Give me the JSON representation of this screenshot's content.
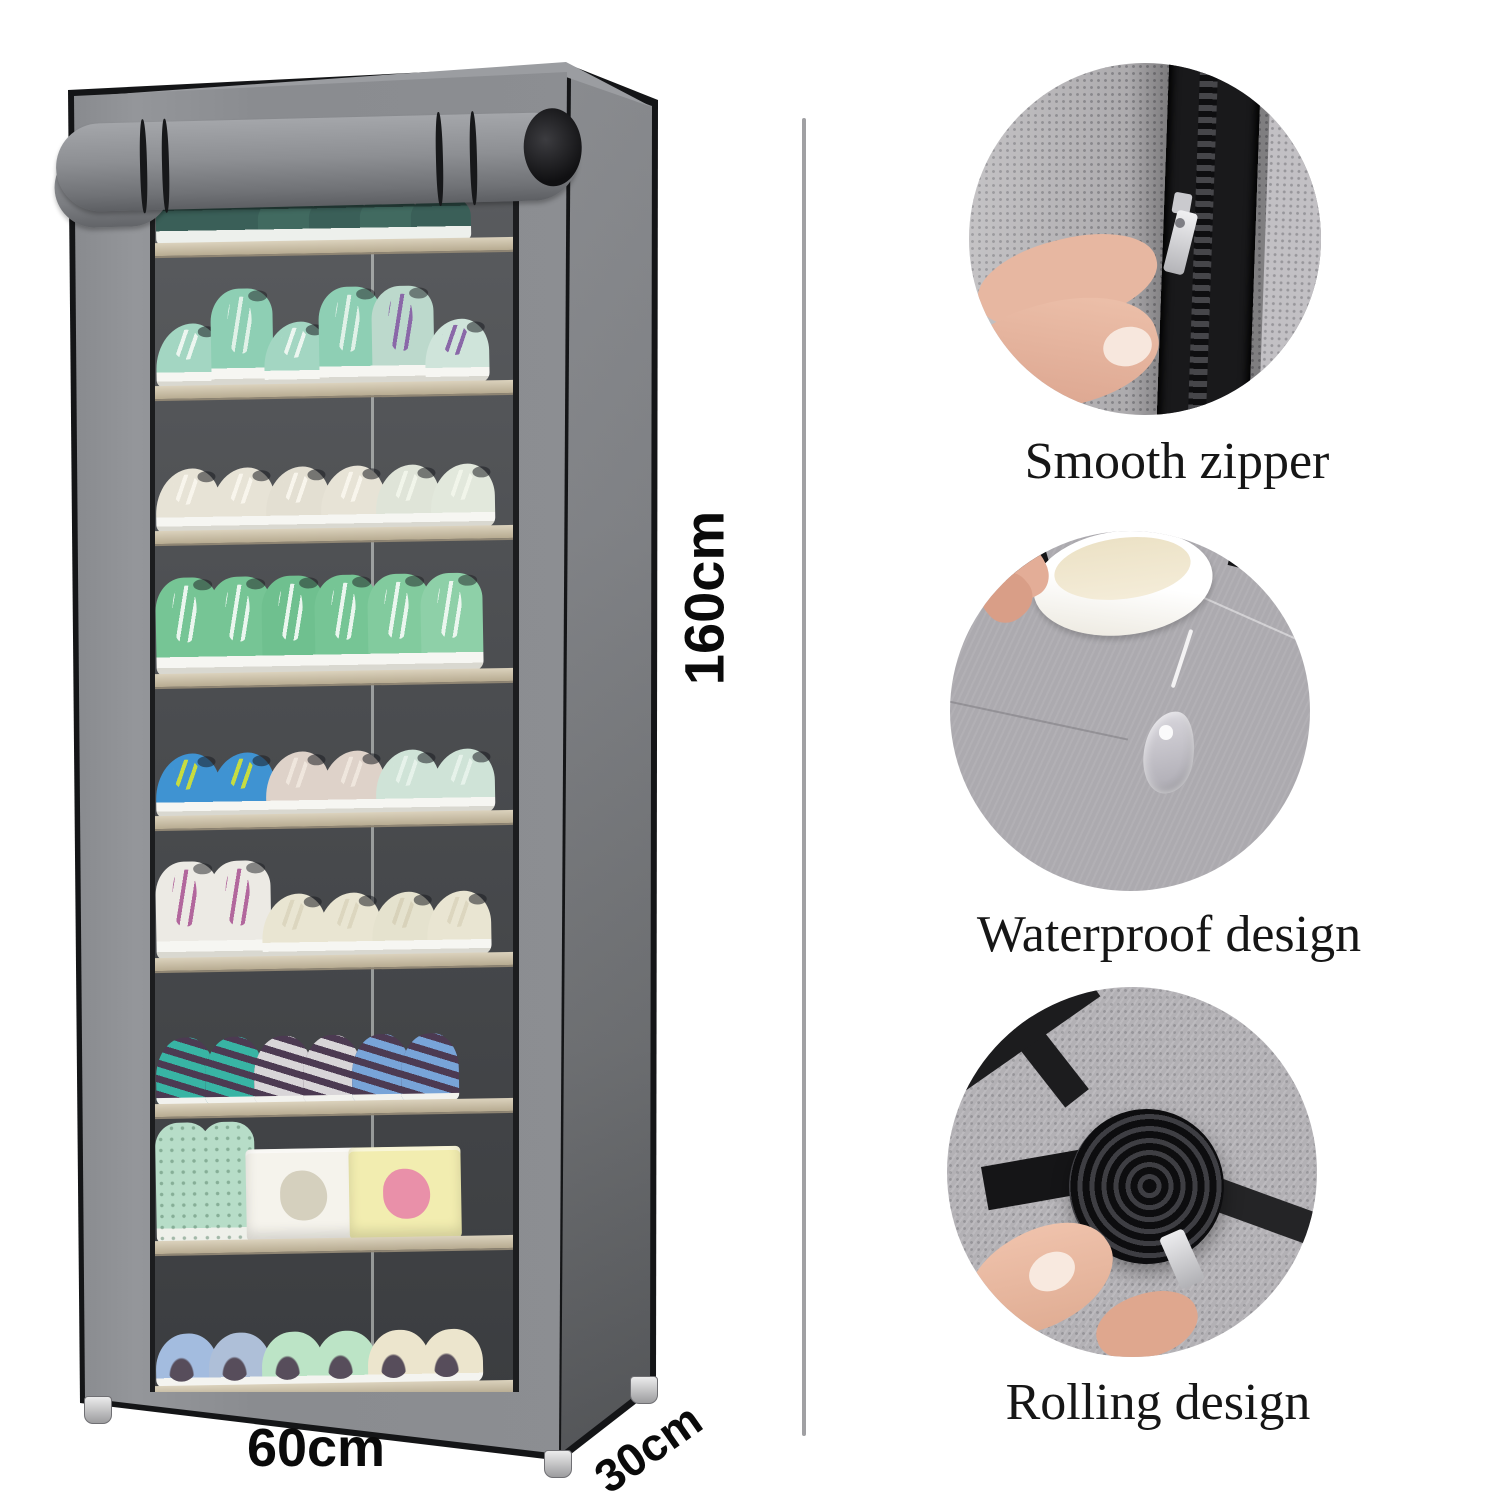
{
  "page": {
    "background": "#ffffff"
  },
  "product": {
    "dimensions": {
      "height_label": "160cm",
      "width_label": "60cm",
      "depth_label": "30cm"
    },
    "rack": {
      "cover_color": "#8e9094",
      "interior_color": "#4a4c4f",
      "shelf_color": "#c9bfa8",
      "trim_color": "#141517",
      "tiers": 9,
      "shelves": [
        {
          "items": [
            {
              "t": "peek",
              "c": "#3a5f58"
            },
            {
              "t": "peek",
              "c": "#3a5f58"
            },
            {
              "t": "peek",
              "c": "#416a60"
            },
            {
              "t": "peek",
              "c": "#3a5f58"
            },
            {
              "t": "peek",
              "c": "#416a60"
            },
            {
              "t": "peek",
              "c": "#3a5f58"
            }
          ]
        },
        {
          "items": [
            {
              "t": "sneaker",
              "c": "#a3d6c2",
              "l": "#ecf6f0"
            },
            {
              "t": "hightop",
              "c": "#8ecfb4",
              "l": "#e0f1e8"
            },
            {
              "t": "sneaker",
              "c": "#a3d6c2",
              "l": "#ecf6f0"
            },
            {
              "t": "hightop",
              "c": "#8ecfb4",
              "l": "#e0f1e8"
            },
            {
              "t": "hightop",
              "c": "#bcd9cc",
              "l": "#8a68a8"
            },
            {
              "t": "sneaker",
              "c": "#cfe4da",
              "l": "#8a68a8"
            }
          ]
        },
        {
          "items": [
            {
              "t": "sneaker",
              "c": "#e7e3d6",
              "l": "#f8f5ec"
            },
            {
              "t": "sneaker",
              "c": "#e7e3d6",
              "l": "#f8f5ec"
            },
            {
              "t": "sneaker",
              "c": "#e3dfd2",
              "l": "#f8f5ec"
            },
            {
              "t": "sneaker",
              "c": "#e7e3d6",
              "l": "#f8f5ec"
            },
            {
              "t": "sneaker",
              "c": "#dfe4d8",
              "l": "#f1f5ea"
            },
            {
              "t": "sneaker",
              "c": "#e2e8dc",
              "l": "#f1f5ea"
            }
          ]
        },
        {
          "items": [
            {
              "t": "hightop",
              "c": "#76c595",
              "l": "#ebf6ef"
            },
            {
              "t": "hightop",
              "c": "#76c595",
              "l": "#ebf6ef"
            },
            {
              "t": "hightop",
              "c": "#6fc08f",
              "l": "#ebf6ef"
            },
            {
              "t": "hightop",
              "c": "#76c595",
              "l": "#ebf6ef"
            },
            {
              "t": "hightop",
              "c": "#82cb9e",
              "l": "#ebf6ef"
            },
            {
              "t": "hightop",
              "c": "#8ed0a8",
              "l": "#ebf6ef"
            }
          ]
        },
        {
          "items": [
            {
              "t": "sneaker",
              "c": "#3f93d2",
              "l": "#c6dc41"
            },
            {
              "t": "sneaker",
              "c": "#3f93d2",
              "l": "#c6dc41"
            },
            {
              "t": "sneaker",
              "c": "#ded2c9",
              "l": "#efe6dd"
            },
            {
              "t": "sneaker",
              "c": "#ded2c9",
              "l": "#efe6dd"
            },
            {
              "t": "sneaker",
              "c": "#cfe3d7",
              "l": "#e6f2ea"
            },
            {
              "t": "sneaker",
              "c": "#cfe3d7",
              "l": "#e6f2ea"
            }
          ]
        },
        {
          "items": [
            {
              "t": "hightop",
              "c": "#eceae4",
              "l": "#b2679d"
            },
            {
              "t": "hightop",
              "c": "#eceae4",
              "l": "#b2679d"
            },
            {
              "t": "sneaker",
              "c": "#e9e5d2",
              "l": "#dcd6bf"
            },
            {
              "t": "sneaker",
              "c": "#e9e5d2",
              "l": "#dcd6bf"
            },
            {
              "t": "sneaker",
              "c": "#e5e2ce",
              "l": "#d8d2ba"
            },
            {
              "t": "sneaker",
              "c": "#e9e5d2",
              "l": "#dcd6bf"
            }
          ]
        },
        {
          "items": [
            {
              "t": "sandal",
              "c": "#38b4a4"
            },
            {
              "t": "sandal",
              "c": "#38b4a4"
            },
            {
              "t": "sandal",
              "c": "#d8d5d8"
            },
            {
              "t": "sandal",
              "c": "#d8d5d8"
            },
            {
              "t": "sandal",
              "c": "#78a4d8"
            },
            {
              "t": "sandal",
              "c": "#78a4d8"
            }
          ]
        },
        {
          "items": [
            {
              "t": "boot",
              "c": "#b7ddc8"
            },
            {
              "t": "boot",
              "c": "#b7ddc8"
            },
            {
              "t": "box",
              "c": "#f5f3ec",
              "d": "#cfc9b6"
            },
            {
              "t": "box",
              "c": "#f2edb0",
              "d": "#e87fa8"
            }
          ]
        },
        {
          "items": [
            {
              "t": "slipper",
              "c": "#a3bcdf"
            },
            {
              "t": "slipper",
              "c": "#aebfd8"
            },
            {
              "t": "slipper",
              "c": "#bce4c6"
            },
            {
              "t": "slipper",
              "c": "#bce4c6"
            },
            {
              "t": "slipper",
              "c": "#ece5cd"
            },
            {
              "t": "slipper",
              "c": "#ece5cd"
            }
          ]
        }
      ]
    }
  },
  "divider_color": "#a0a0a3",
  "features": [
    {
      "label": "Smooth zipper",
      "photo": "zipper-closeup",
      "mesh_color": "#b6b4b7",
      "zipper_color": "#19191b"
    },
    {
      "label": "Waterproof design",
      "photo": "waterproof-closeup",
      "fabric_color": "#acaaaf"
    },
    {
      "label": "Rolling design",
      "photo": "rolling-closeup",
      "strap_color": "#1c1c1e"
    }
  ]
}
